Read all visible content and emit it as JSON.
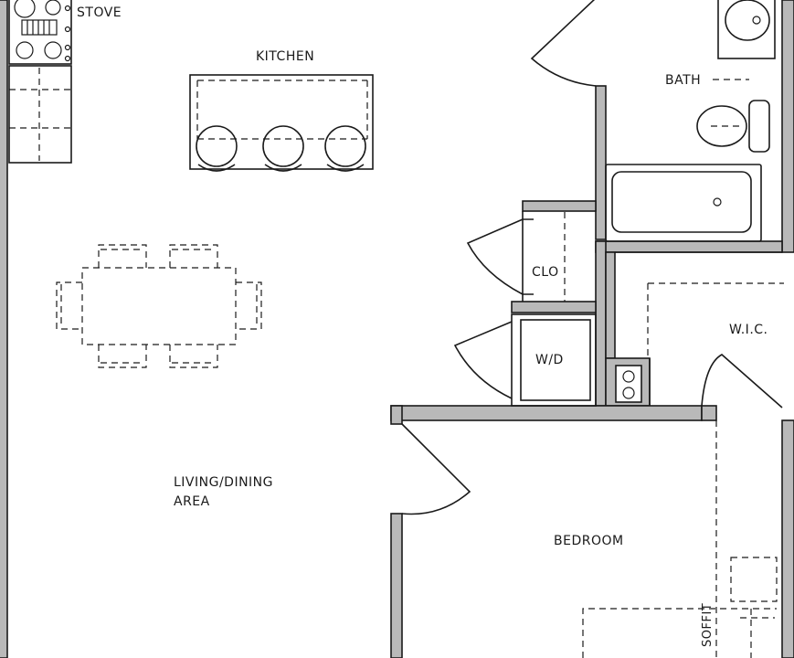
{
  "labels": {
    "stove": "STOVE",
    "kitchen": "KITCHEN",
    "bath": "BATH",
    "clo": "CLO",
    "wd": "W/D",
    "wic": "W.I.C.",
    "living_line1": "LIVING/DINING",
    "living_line2": "AREA",
    "bedroom": "BEDROOM",
    "soffit": "SOFFIT"
  },
  "colors": {
    "wall_fill": "#b9b9b9",
    "ink": "#1a1a1a",
    "background": "#ffffff"
  }
}
